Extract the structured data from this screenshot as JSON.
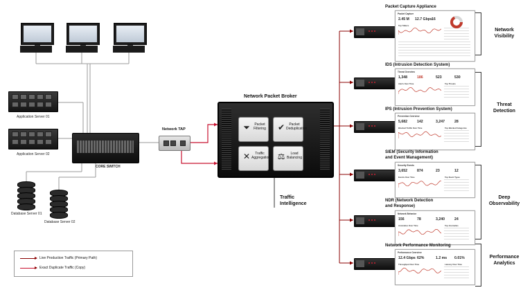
{
  "colors": {
    "live": "#8b0000",
    "copy": "#c8102e",
    "rack": "#1a1a1a",
    "accent": "#c0392b"
  },
  "labels": {
    "app_server_1": "Application Server 01",
    "app_server_2": "Application Server 02",
    "core_switch": "CORE SWITCH",
    "db_server_1": "Database Server 01",
    "db_server_2": "Database Server 02",
    "network_tap": "Network TAP",
    "npb_title": "Network Packet Broker",
    "traffic_intelligence": "Traffic\nIntelligence"
  },
  "npb_functions": [
    {
      "label": "Packet\nFiltering",
      "icon": "filter-icon",
      "glyph": "⏷"
    },
    {
      "label": "Packet\nDeduplication",
      "icon": "check-circle-icon",
      "glyph": "✔"
    },
    {
      "label": "Traffic\nAggregation",
      "icon": "arrows-icon",
      "glyph": "✕"
    },
    {
      "label": "Load\nBalancing",
      "icon": "scale-icon",
      "glyph": "⚖"
    }
  ],
  "tools": [
    {
      "title": "Packet Capture Appliance",
      "panel_header": "Packet Capture",
      "stats": [
        "2.45 M",
        "12.7 Gbps",
        "16"
      ],
      "red_stat": -1,
      "has_donut": true,
      "sub_header": "Top Talkers",
      "sub_header_2": ""
    },
    {
      "title": "IDS (Intrusion Detection System)",
      "panel_header": "Threat Overview",
      "stats": [
        "1,348",
        "186",
        "523",
        "530"
      ],
      "red_stat": 1,
      "has_donut": false,
      "sub_header": "Alerts Over Time",
      "sub_header_2": "Top Threats"
    },
    {
      "title": "IPS (Intrusion Prevention System)",
      "panel_header": "Prevention Overview",
      "stats": [
        "5,682",
        "142",
        "3,247",
        "28"
      ],
      "red_stat": -1,
      "has_donut": false,
      "sub_header": "Blocked Traffic Over Time",
      "sub_header_2": "Top Blocked Categories"
    },
    {
      "title": "SIEM (Security Information\nand Event Management)",
      "panel_header": "Security Events",
      "stats": [
        "3,652",
        "874",
        "23",
        "12"
      ],
      "red_stat": -1,
      "has_donut": false,
      "sub_header": "Events Over Time",
      "sub_header_2": "Top Event Types"
    },
    {
      "title": "NDR (Network Detection\nand Response)",
      "panel_header": "Network Behavior",
      "stats": [
        "156",
        "78",
        "3,240",
        "24"
      ],
      "red_stat": -1,
      "has_donut": false,
      "sub_header": "Anomalies Over Time",
      "sub_header_2": "Top Anomalies"
    },
    {
      "title": "Network Performance Monitoring",
      "panel_header": "Performance Overview",
      "stats": [
        "12.4 Gbps",
        "62%",
        "1.2 ms",
        "0.01%"
      ],
      "red_stat": -1,
      "has_donut": false,
      "sub_header": "Throughput Over Time",
      "sub_header_2": "Latency Over Time"
    }
  ],
  "groups": [
    {
      "label": "Network\nVisibility"
    },
    {
      "label": "Threat\nDetection"
    },
    {
      "label": "Deep\nObservability"
    },
    {
      "label": "Performance\nAnalytics"
    }
  ],
  "legend": {
    "primary": "Live Production Traffic (Primary Path)",
    "copy": "Exact Duplicate Traffic (Copy)"
  }
}
